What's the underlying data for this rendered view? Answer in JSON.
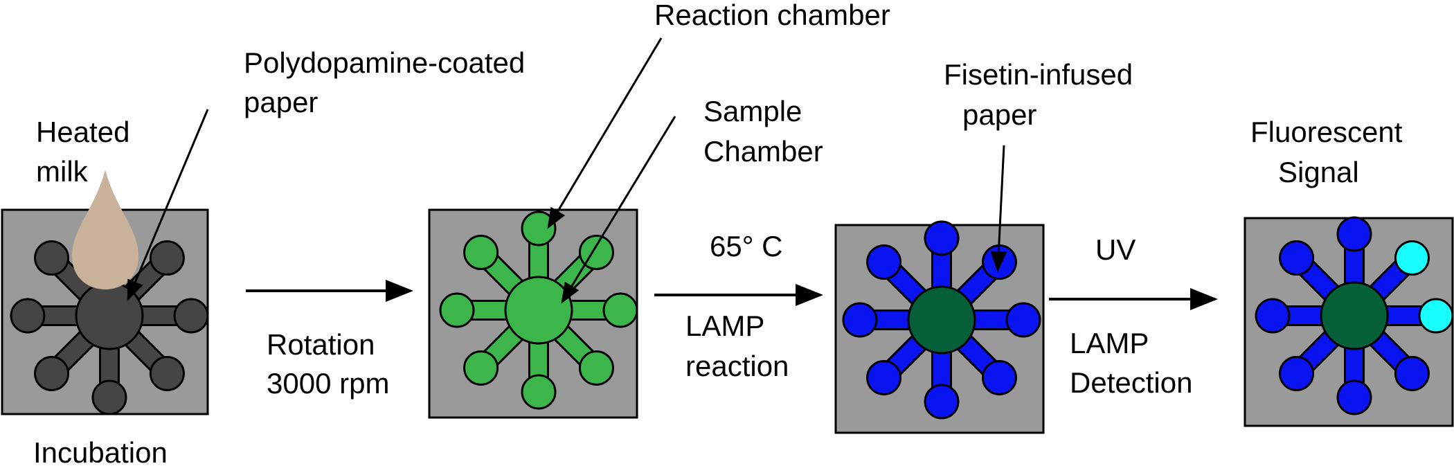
{
  "labels": {
    "heated_milk": [
      "Heated",
      "milk"
    ],
    "incubation": "Incubation",
    "polydopamine_paper": [
      "Polydopamine-coated",
      "paper"
    ],
    "rotation": [
      "Rotation",
      "3000 rpm"
    ],
    "reaction_chamber": "Reaction chamber",
    "sample_chamber": [
      "Sample",
      "Chamber"
    ],
    "temperature": "65° C",
    "lamp_reaction": [
      "LAMP",
      "reaction"
    ],
    "fisetin_paper": [
      "Fisetin-infused",
      "paper"
    ],
    "uv": "UV",
    "lamp_detection": [
      "LAMP",
      "Detection"
    ],
    "fluorescent_signal": [
      "Fluorescent",
      "Signal"
    ]
  },
  "colors": {
    "chip_background": "#9a9a9a",
    "outline": "#000000",
    "stage1_chamber": "#454545",
    "stage2_chamber": "#3cb54a",
    "stage3_chamber": "#0a14f0",
    "stage3_center": "#05603a",
    "signal_positive": "#19ffff",
    "milk_drop": "#c9b19a"
  },
  "stages": [
    {
      "name": "incubation",
      "reservoir_color": "#454545",
      "center_color": "#454545",
      "positive_reservoirs": []
    },
    {
      "name": "rotation",
      "reservoir_color": "#3cb54a",
      "center_color": "#3cb54a",
      "positive_reservoirs": []
    },
    {
      "name": "lamp-reaction",
      "reservoir_color": "#0a14f0",
      "center_color": "#05603a",
      "positive_reservoirs": []
    },
    {
      "name": "fluorescent-readout",
      "reservoir_color": "#0a14f0",
      "center_color": "#05603a",
      "positive_reservoirs": [
        1,
        2
      ]
    }
  ]
}
